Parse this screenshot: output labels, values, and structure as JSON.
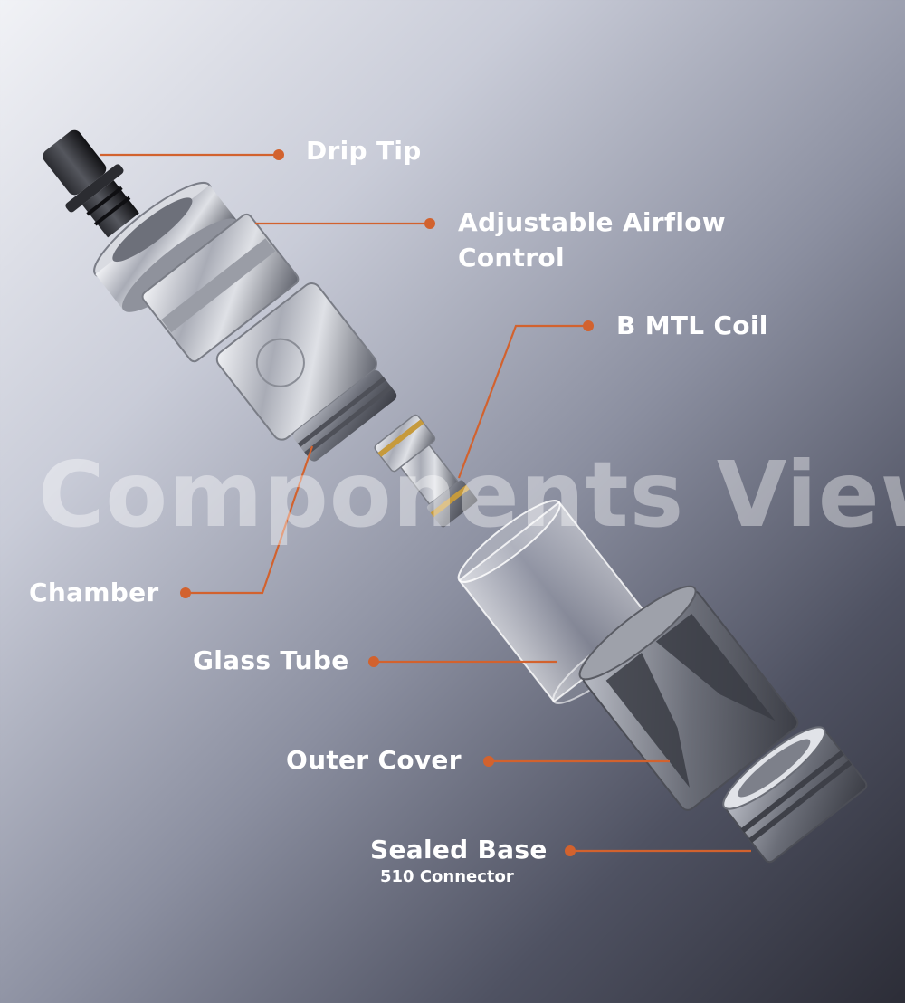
{
  "watermark": "Components View",
  "accent_color": "#d2622e",
  "components": [
    {
      "id": "drip-tip",
      "label": "Drip Tip"
    },
    {
      "id": "airflow",
      "label_line1": "Adjustable Airflow",
      "label_line2": "Control"
    },
    {
      "id": "coil",
      "label": "B MTL Coil"
    },
    {
      "id": "chamber",
      "label": "Chamber"
    },
    {
      "id": "glass-tube",
      "label": "Glass Tube"
    },
    {
      "id": "outer-cover",
      "label": "Outer Cover"
    },
    {
      "id": "sealed-base",
      "label": "Sealed Base",
      "sublabel": "510 Connector"
    }
  ]
}
